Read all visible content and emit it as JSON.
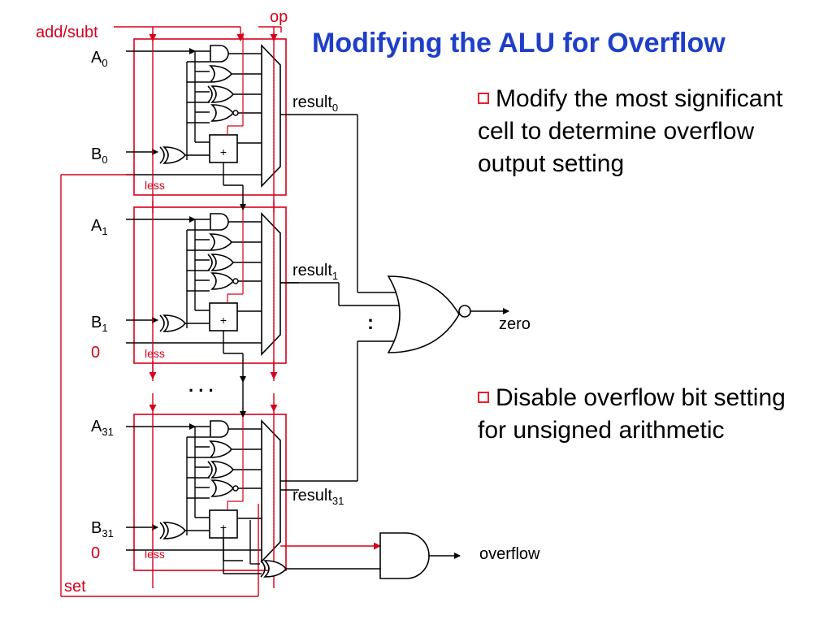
{
  "title": "Modifying the ALU for Overflow",
  "bullets": [
    "Modify the most significant cell to determine overflow output setting",
    "Disable overflow bit setting for unsigned arithmetic"
  ],
  "diagram": {
    "control_labels": {
      "add_subt": "add/subt",
      "op": "op",
      "set": "set"
    },
    "cells": [
      {
        "a": "A",
        "a_sub": "0",
        "b": "B",
        "b_sub": "0",
        "less_in": "",
        "less": "less",
        "result": "result",
        "result_sub": "0"
      },
      {
        "a": "A",
        "a_sub": "1",
        "b": "B",
        "b_sub": "1",
        "less_in": "0",
        "less": "less",
        "result": "result",
        "result_sub": "1"
      },
      {
        "a": "A",
        "a_sub": "31",
        "b": "B",
        "b_sub": "31",
        "less_in": "0",
        "less": "less",
        "result": "result",
        "result_sub": "31"
      }
    ],
    "adder_symbol": "+",
    "ellipsis": ". . .",
    "nor_inputs_ellipsis": ":",
    "outputs": {
      "zero": "zero",
      "overflow": "overflow"
    },
    "colors": {
      "control": "#d6001c",
      "wire": "#000000",
      "title": "#1f3fc8"
    }
  }
}
